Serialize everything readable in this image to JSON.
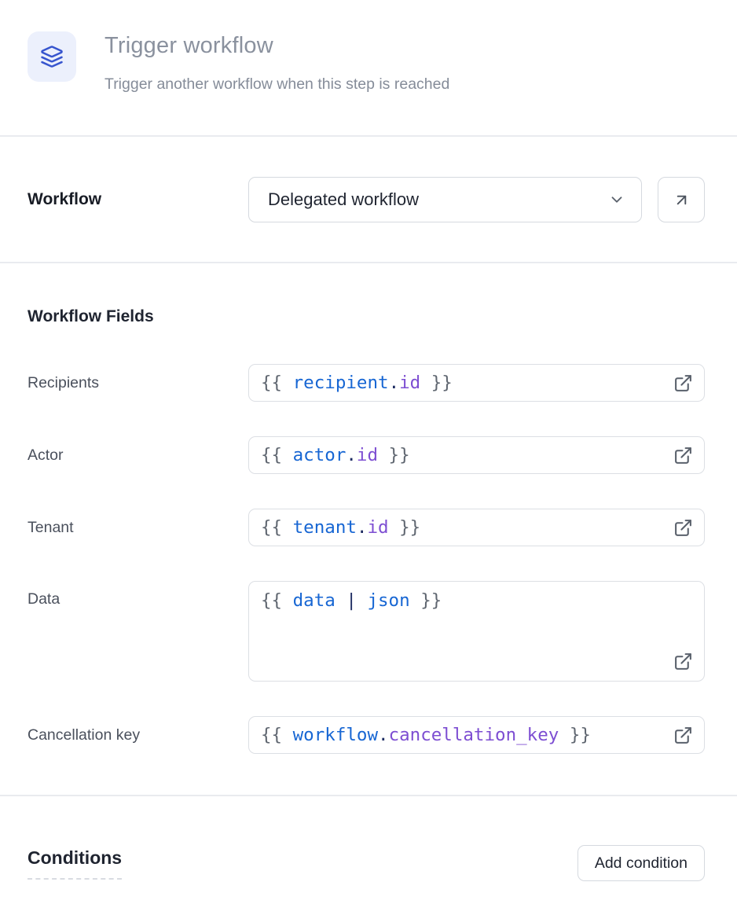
{
  "header": {
    "icon": "layers-icon",
    "title": "Trigger workflow",
    "subtitle": "Trigger another workflow when this step is reached"
  },
  "workflow": {
    "label": "Workflow",
    "selected_option": "Delegated workflow"
  },
  "workflow_fields": {
    "heading": "Workflow Fields",
    "fields": [
      {
        "label": "Recipients",
        "multiline": false,
        "value": "{{ recipient.id }}",
        "tokens": [
          {
            "text": "{{ ",
            "type": "brace"
          },
          {
            "text": "recipient",
            "type": "var"
          },
          {
            "text": ".",
            "type": "op"
          },
          {
            "text": "id",
            "type": "prop"
          },
          {
            "text": " }}",
            "type": "brace"
          }
        ]
      },
      {
        "label": "Actor",
        "multiline": false,
        "value": "{{ actor.id }}",
        "tokens": [
          {
            "text": "{{ ",
            "type": "brace"
          },
          {
            "text": "actor",
            "type": "var"
          },
          {
            "text": ".",
            "type": "op"
          },
          {
            "text": "id",
            "type": "prop"
          },
          {
            "text": " }}",
            "type": "brace"
          }
        ]
      },
      {
        "label": "Tenant",
        "multiline": false,
        "value": "{{ tenant.id }}",
        "tokens": [
          {
            "text": "{{ ",
            "type": "brace"
          },
          {
            "text": "tenant",
            "type": "var"
          },
          {
            "text": ".",
            "type": "op"
          },
          {
            "text": "id",
            "type": "prop"
          },
          {
            "text": " }}",
            "type": "brace"
          }
        ]
      },
      {
        "label": "Data",
        "multiline": true,
        "value": "{{ data | json }}",
        "tokens": [
          {
            "text": "{{ ",
            "type": "brace"
          },
          {
            "text": "data",
            "type": "var"
          },
          {
            "text": " | ",
            "type": "op"
          },
          {
            "text": "json",
            "type": "var"
          },
          {
            "text": " }}",
            "type": "brace"
          }
        ]
      },
      {
        "label": "Cancellation key",
        "multiline": false,
        "value": "{{ workflow.cancellation_key }}",
        "tokens": [
          {
            "text": "{{ ",
            "type": "brace"
          },
          {
            "text": "workflow",
            "type": "var"
          },
          {
            "text": ".",
            "type": "op"
          },
          {
            "text": "cancellation_key",
            "type": "prop"
          },
          {
            "text": " }}",
            "type": "brace"
          }
        ]
      }
    ]
  },
  "conditions": {
    "heading": "Conditions",
    "add_button_label": "Add condition"
  },
  "colors": {
    "accent_blue": "#3755ce",
    "icon_background": "#ecf0fc",
    "code_variable": "#1766d3",
    "code_property": "#7d4ed2",
    "code_operator": "#1f2d63",
    "code_brace": "#5f6670",
    "border": "#d5d9df",
    "divider": "#e9ebef",
    "muted_text": "#8a919e"
  }
}
